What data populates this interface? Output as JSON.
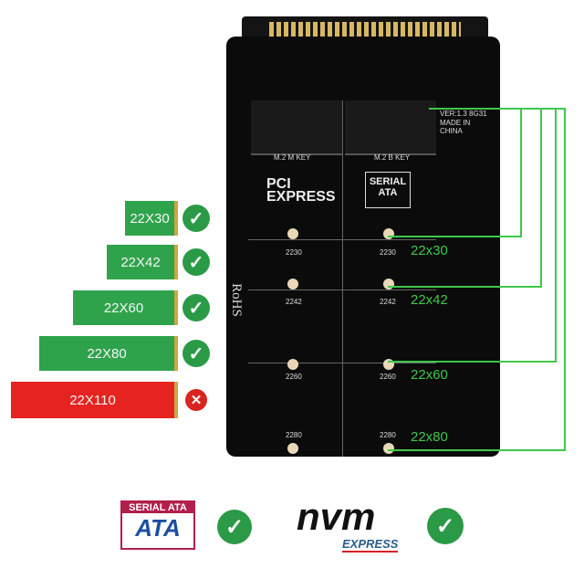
{
  "sizes": [
    {
      "label": "22X30",
      "supported": true
    },
    {
      "label": "22X42",
      "supported": true
    },
    {
      "label": "22X60",
      "supported": true
    },
    {
      "label": "22X80",
      "supported": true
    },
    {
      "label": "22X110",
      "supported": false
    }
  ],
  "board": {
    "m_key": "M.2 M KEY",
    "b_key": "M.2 B KEY",
    "pci_logo": "PCI EXPRESS",
    "sata_logo": "SERIAL ATA",
    "version": "VER:1.3  8G31",
    "made_in": "MADE IN CHINA",
    "rohs": "RoHS",
    "mount_labels": [
      "2230",
      "2242",
      "2260",
      "2280"
    ],
    "annotations": [
      "22x30",
      "22x42",
      "22x60",
      "22x80"
    ]
  },
  "bottom": {
    "sata": "SERIAL ATA",
    "nvm": "nvm",
    "nvm_sub": "EXPRESS"
  },
  "colors": {
    "green": "#2fa34c",
    "red": "#e52421",
    "annotation": "#3ec84a"
  }
}
